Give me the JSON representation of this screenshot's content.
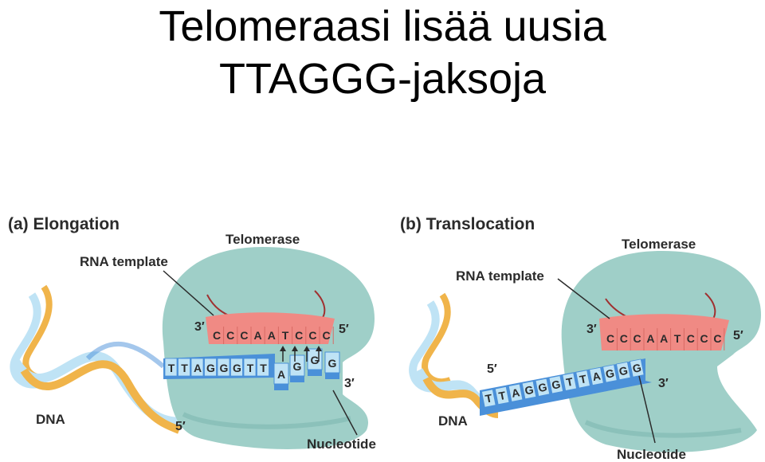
{
  "title": {
    "line1": "Telomeraasi lisää uusia",
    "line2": "TTAGGG-jaksoja"
  },
  "colors": {
    "enzyme": "#9fcfc8",
    "enzyme_dark": "#7fb8b0",
    "rna": "#f08a84",
    "dna_light": "#bfe3f5",
    "dna_dark": "#4a90d9",
    "dna_orange": "#f0b44a"
  },
  "panel_a": {
    "title": "(a) Elongation",
    "telomerase_label": "Telomerase",
    "rna_label": "RNA template",
    "dna_label": "DNA",
    "nucleotide_label": "Nucleotide",
    "rna_3prime": "3′",
    "rna_5prime": "5′",
    "dna_3prime": "3′",
    "dna_5prime": "5′",
    "rna_bases": [
      "C",
      "C",
      "C",
      "A",
      "A",
      "T",
      "C",
      "C",
      "C"
    ],
    "dna_bases": [
      "T",
      "T",
      "A",
      "G",
      "G",
      "G",
      "T",
      "T"
    ],
    "incoming_nucleotides": [
      "A",
      "G",
      "G",
      "G"
    ]
  },
  "panel_b": {
    "title": "(b) Translocation",
    "telomerase_label": "Telomerase",
    "rna_label": "RNA template",
    "dna_label": "DNA",
    "nucleotide_label": "Nucleotide",
    "rna_3prime": "3′",
    "rna_5prime": "5′",
    "dna_5prime": "5′",
    "dna_3prime": "3′",
    "rna_bases": [
      "C",
      "C",
      "C",
      "A",
      "A",
      "T",
      "C",
      "C",
      "C"
    ],
    "dna_bases": [
      "T",
      "T",
      "A",
      "G",
      "G",
      "G",
      "T",
      "T",
      "A",
      "G",
      "G",
      "G"
    ]
  }
}
